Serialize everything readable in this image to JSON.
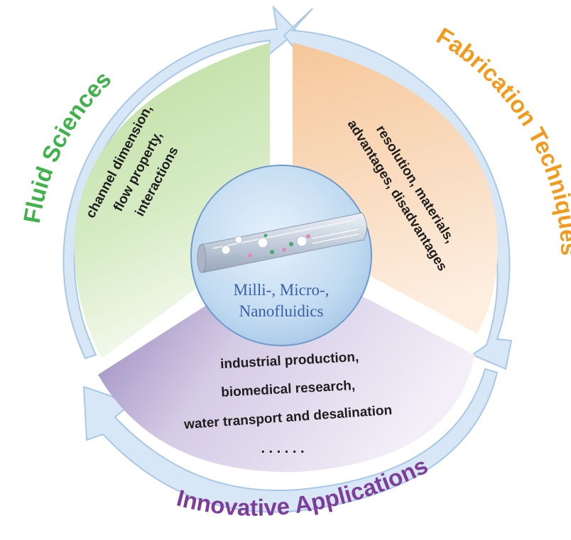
{
  "sections": {
    "fluid": {
      "title": "Fluid Sciences",
      "lines": [
        "channel dimension,",
        "flow property,",
        "interactions"
      ]
    },
    "fabrication": {
      "title": "Fabrication Techniques",
      "lines": [
        "resolution, materials,",
        "advantages, disadvantages"
      ]
    },
    "applications": {
      "title": "Innovative Applications",
      "lines": [
        "industrial production,",
        "biomedical research,",
        "water transport and desalination",
        ". . . . . ."
      ]
    }
  },
  "center": {
    "line1": "Milli-, Micro-,",
    "line2": "Nanofluidics"
  },
  "colors": {
    "fluid_title": "#3fb34a",
    "fabrication_title": "#f39a1c",
    "applications_title": "#7f3d9a",
    "center_text": "#3a5ea8",
    "arrow_fill": "#d7e7f6",
    "arrow_stroke": "#a9c8e6"
  }
}
